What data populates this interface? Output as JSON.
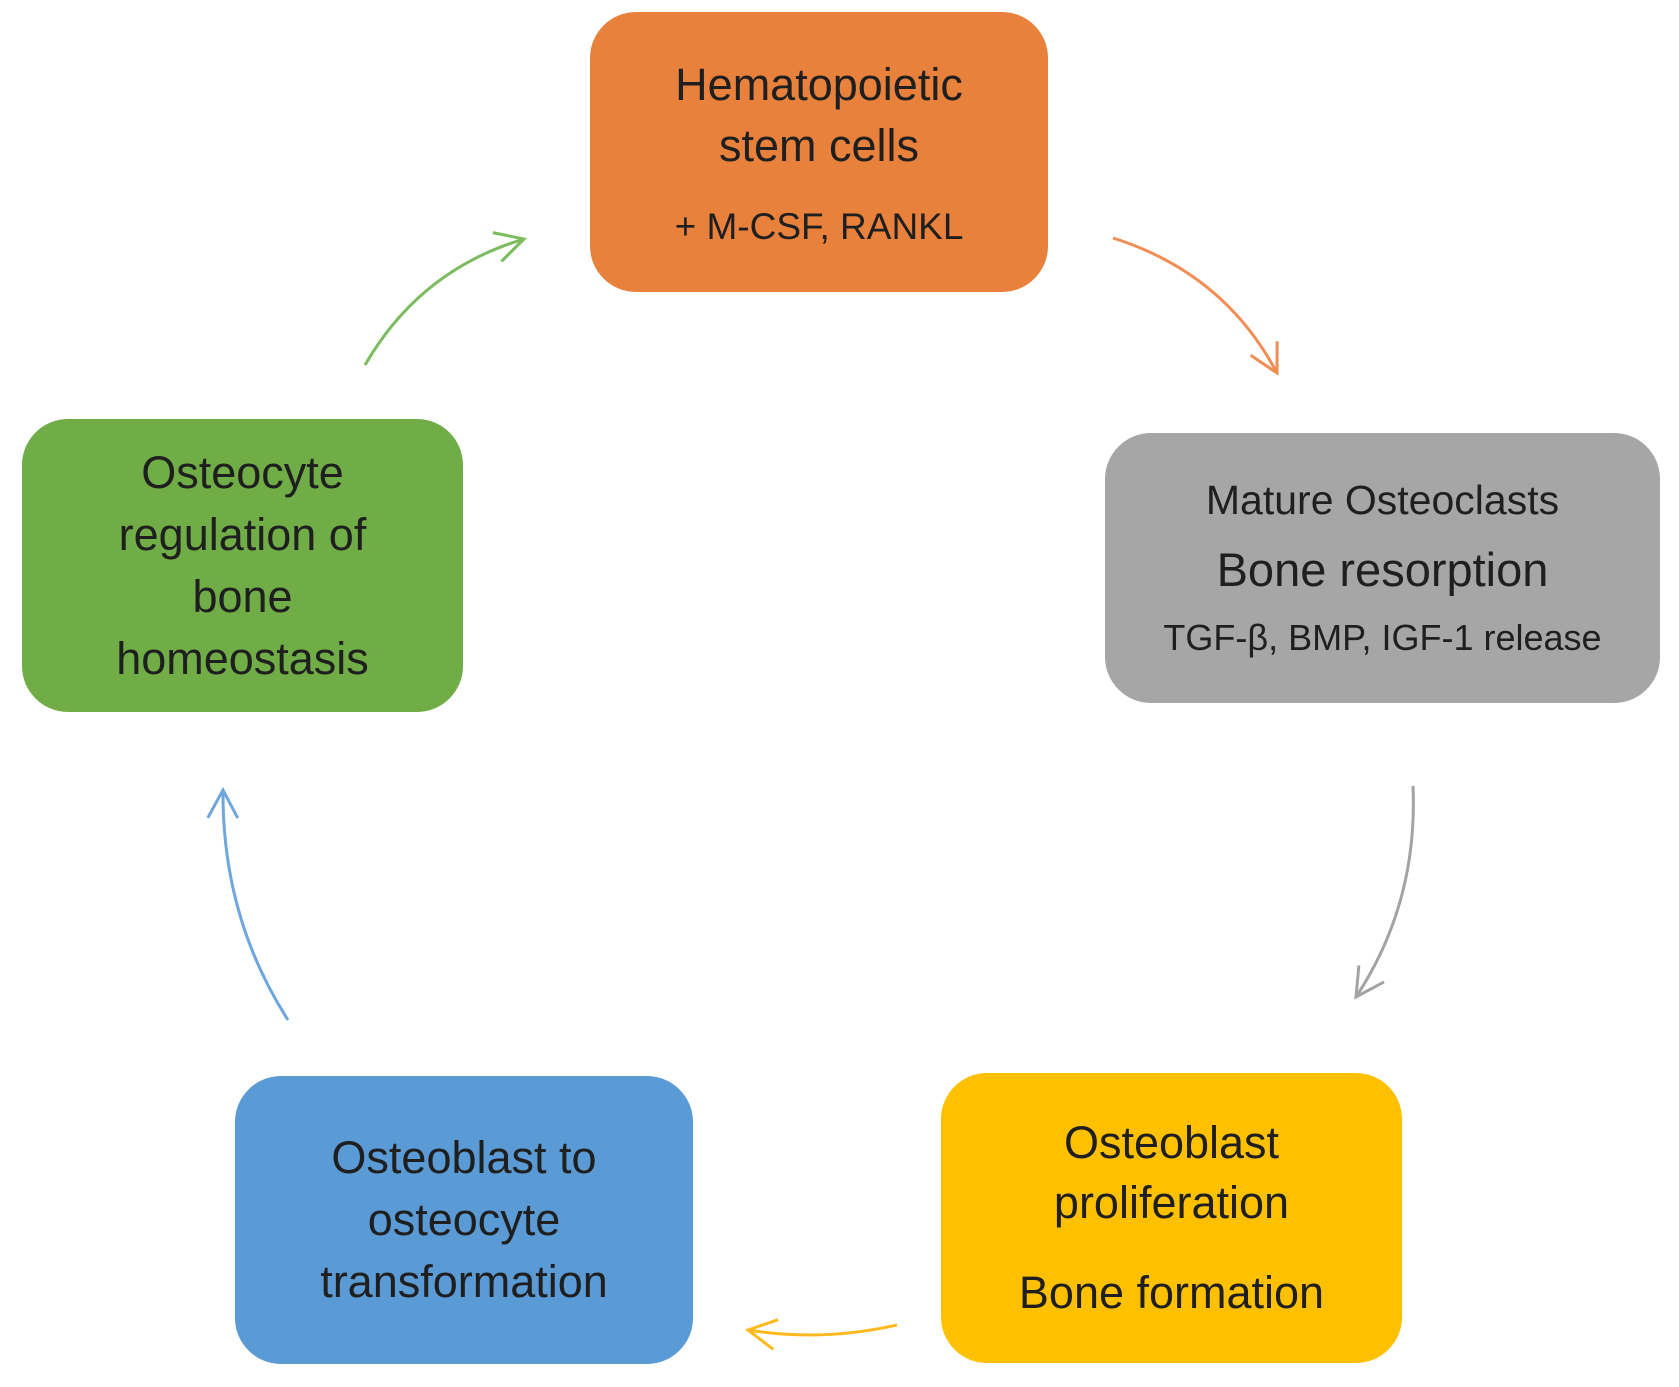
{
  "diagram": {
    "type": "cycle",
    "background": "#ffffff",
    "text_color": "#1f1f1f",
    "nodes": {
      "hematopoietic": {
        "lines": [
          "Hematopoietic",
          "stem cells"
        ],
        "note": "+ M-CSF, RANKL",
        "color": "#E8813C"
      },
      "osteoclasts": {
        "lines": [
          "Mature Osteoclasts",
          "Bone resorption"
        ],
        "note": "TGF-β, BMP, IGF-1 release",
        "color": "#A6A6A6"
      },
      "proliferation": {
        "lines": [
          "Osteoblast",
          "proliferation",
          "Bone formation"
        ],
        "color": "#FFC000"
      },
      "transformation": {
        "lines": [
          "Osteoblast to",
          "osteocyte",
          "transformation"
        ],
        "color": "#5B9BD5"
      },
      "regulation": {
        "lines": [
          "Osteocyte",
          "regulation of",
          "bone",
          "homeostasis"
        ],
        "color": "#70AD47"
      }
    },
    "arrows": {
      "green_to_orange": {
        "from": "regulation",
        "to": "hematopoietic",
        "color": "#7CBC5E"
      },
      "orange_to_gray": {
        "from": "hematopoietic",
        "to": "osteoclasts",
        "color": "#F08E55"
      },
      "gray_to_yellow": {
        "from": "osteoclasts",
        "to": "proliferation",
        "color": "#A3A3A3"
      },
      "yellow_to_blue": {
        "from": "proliferation",
        "to": "transformation",
        "color": "#FFB91E"
      },
      "blue_to_green": {
        "from": "transformation",
        "to": "regulation",
        "color": "#6FA7DD"
      }
    }
  }
}
